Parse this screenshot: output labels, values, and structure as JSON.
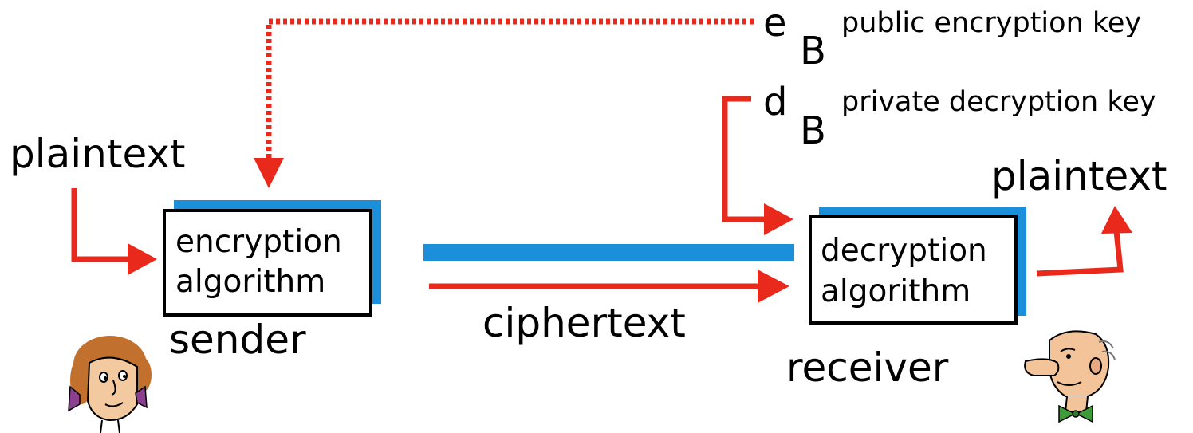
{
  "diagram": {
    "keys": {
      "public": {
        "letter": "e",
        "subscript": "B",
        "description": "public encryption key"
      },
      "private": {
        "letter": "d",
        "subscript": "B",
        "description": "private decryption key"
      }
    },
    "input_label": "plaintext",
    "output_label": "plaintext",
    "sender": {
      "box_line1": "encryption",
      "box_line2": "algorithm",
      "role": "sender"
    },
    "receiver": {
      "box_line1": "decryption",
      "box_line2": "algorithm",
      "role": "receiver"
    },
    "channel_label": "ciphertext",
    "colors": {
      "arrow": "#e8291c",
      "box_shadow": "#1b8fd9",
      "channel": "#1b8fd9",
      "box_border": "#000000"
    }
  }
}
